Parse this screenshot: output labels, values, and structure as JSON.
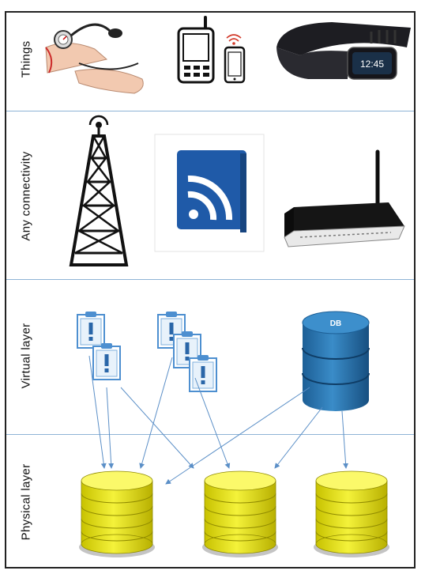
{
  "layers": [
    {
      "name": "things",
      "label": "Things"
    },
    {
      "name": "connectivity",
      "label": "Any connectivity"
    },
    {
      "name": "virtual",
      "label": "Virtual layer"
    },
    {
      "name": "physical",
      "label": "Physical layer"
    }
  ],
  "icons": {
    "things": [
      "blood-pressure-monitor-icon",
      "mobile-phone-icon",
      "smartphone-icon",
      "fitness-band-icon"
    ],
    "connectivity": [
      "cell-tower-icon",
      "wireless-signal-icon",
      "wifi-router-icon"
    ],
    "virtual": [
      "virtual-object-icon",
      "virtual-database-icon"
    ],
    "physical": [
      "physical-database-icon"
    ]
  },
  "database_label": "DB",
  "watch_time": "12:45",
  "colors": {
    "divider": "#8eb4d6",
    "virtual_blue": "#2a76b4",
    "physical_yellow": "#e8e61a",
    "rss_blue": "#1f5aa8",
    "arrow": "#5b8fc7"
  }
}
